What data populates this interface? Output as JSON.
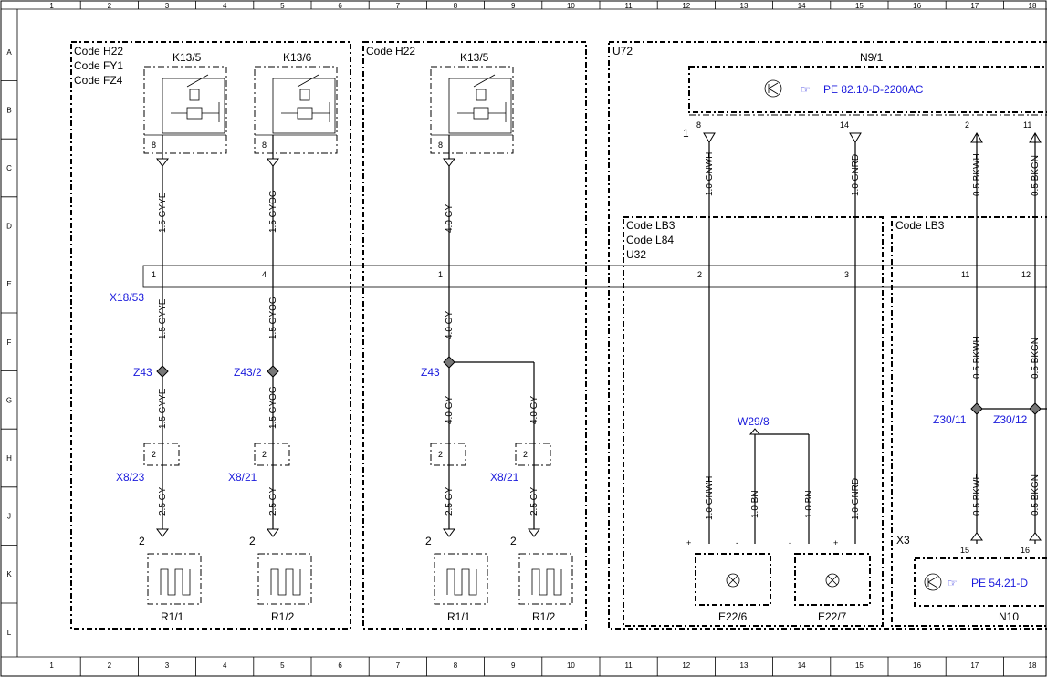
{
  "grid": {
    "columns": [
      "1",
      "2",
      "3",
      "4",
      "5",
      "6",
      "7",
      "8",
      "9",
      "10",
      "11",
      "12",
      "13",
      "14",
      "15",
      "16",
      "17",
      "18"
    ],
    "rows": [
      "A",
      "B",
      "C",
      "D",
      "E",
      "F",
      "G",
      "H",
      "J",
      "K",
      "L"
    ]
  },
  "codes": {
    "left1": "Code H22",
    "left2": "Code FY1",
    "left3": "Code FZ4",
    "mid": "Code H22",
    "lb3a": "Code LB3",
    "l84": "Code L84",
    "lb3b": "Code LB3"
  },
  "components": {
    "k135a": "K13/5",
    "k136": "K13/6",
    "k135b": "K13/5",
    "u72": "U72",
    "n91": "N9/1",
    "u32": "U32",
    "r11a": "R1/1",
    "r12a": "R1/2",
    "r11b": "R1/1",
    "r12b": "R1/2",
    "e226": "E22/6",
    "e227": "E22/7",
    "n10": "N10",
    "x3": "X3"
  },
  "refs": {
    "pe1": "PE 82.10-D-2200AC",
    "pe2": "PE 54.21-D"
  },
  "connectors": {
    "x1853": "X18/53",
    "z43a": "Z43",
    "z432": "Z43/2",
    "z43b": "Z43",
    "x823": "X8/23",
    "x821a": "X8/21",
    "x821b": "X8/21",
    "w298": "W29/8",
    "z3011": "Z30/11",
    "z3012": "Z30/12"
  },
  "wires": {
    "w1a": "1.5 GYYE",
    "w1b": "1.5 GYYE",
    "w1c": "1.5 GYYE",
    "w1d": "2.5 GY",
    "w2a": "1.5 GYOG",
    "w2b": "1.5 GYOG",
    "w2c": "1.5 GYOG",
    "w2d": "2.5 GY",
    "w3a": "4.0 GY",
    "w3b": "4.0 GY",
    "w3c": "4.0 GY",
    "w3d": "2.5 GY",
    "w4a": "4.0 GY",
    "w4b": "2.5 GY",
    "gnwh1": "1.0 GNWH",
    "gnwh2": "1.0 GNWH",
    "gnrd1": "1.0 GNRD",
    "gnrd2": "1.0 GNRD",
    "bn1": "1.0 BN",
    "bn2": "1.0 BN",
    "bkwh1": "0.5 BKWH",
    "bkwh2": "0.5 BKWH",
    "bkwh3": "0.5 BKWH",
    "bkgn1": "0.5 BKGN",
    "bkgn2": "0.5 BKGN",
    "bkgn3": "0.5 BKGN"
  },
  "pins": {
    "p8a": "8",
    "p8b": "8",
    "p8c": "8",
    "x1": "1",
    "x4": "4",
    "x1b": "1",
    "x2": "2",
    "x3p": "3",
    "x11": "11",
    "x12": "12",
    "h2a": "2",
    "h2b": "2",
    "h2c": "2",
    "h2d": "2",
    "r2a": "2",
    "r2b": "2",
    "r2c": "2",
    "r2d": "2",
    "n8": "8",
    "n14": "14",
    "n2": "2",
    "n11": "11",
    "n1": "1",
    "k15": "15",
    "k16": "16",
    "plus1": "+",
    "minus1": "-",
    "minus2": "-",
    "plus2": "+"
  }
}
